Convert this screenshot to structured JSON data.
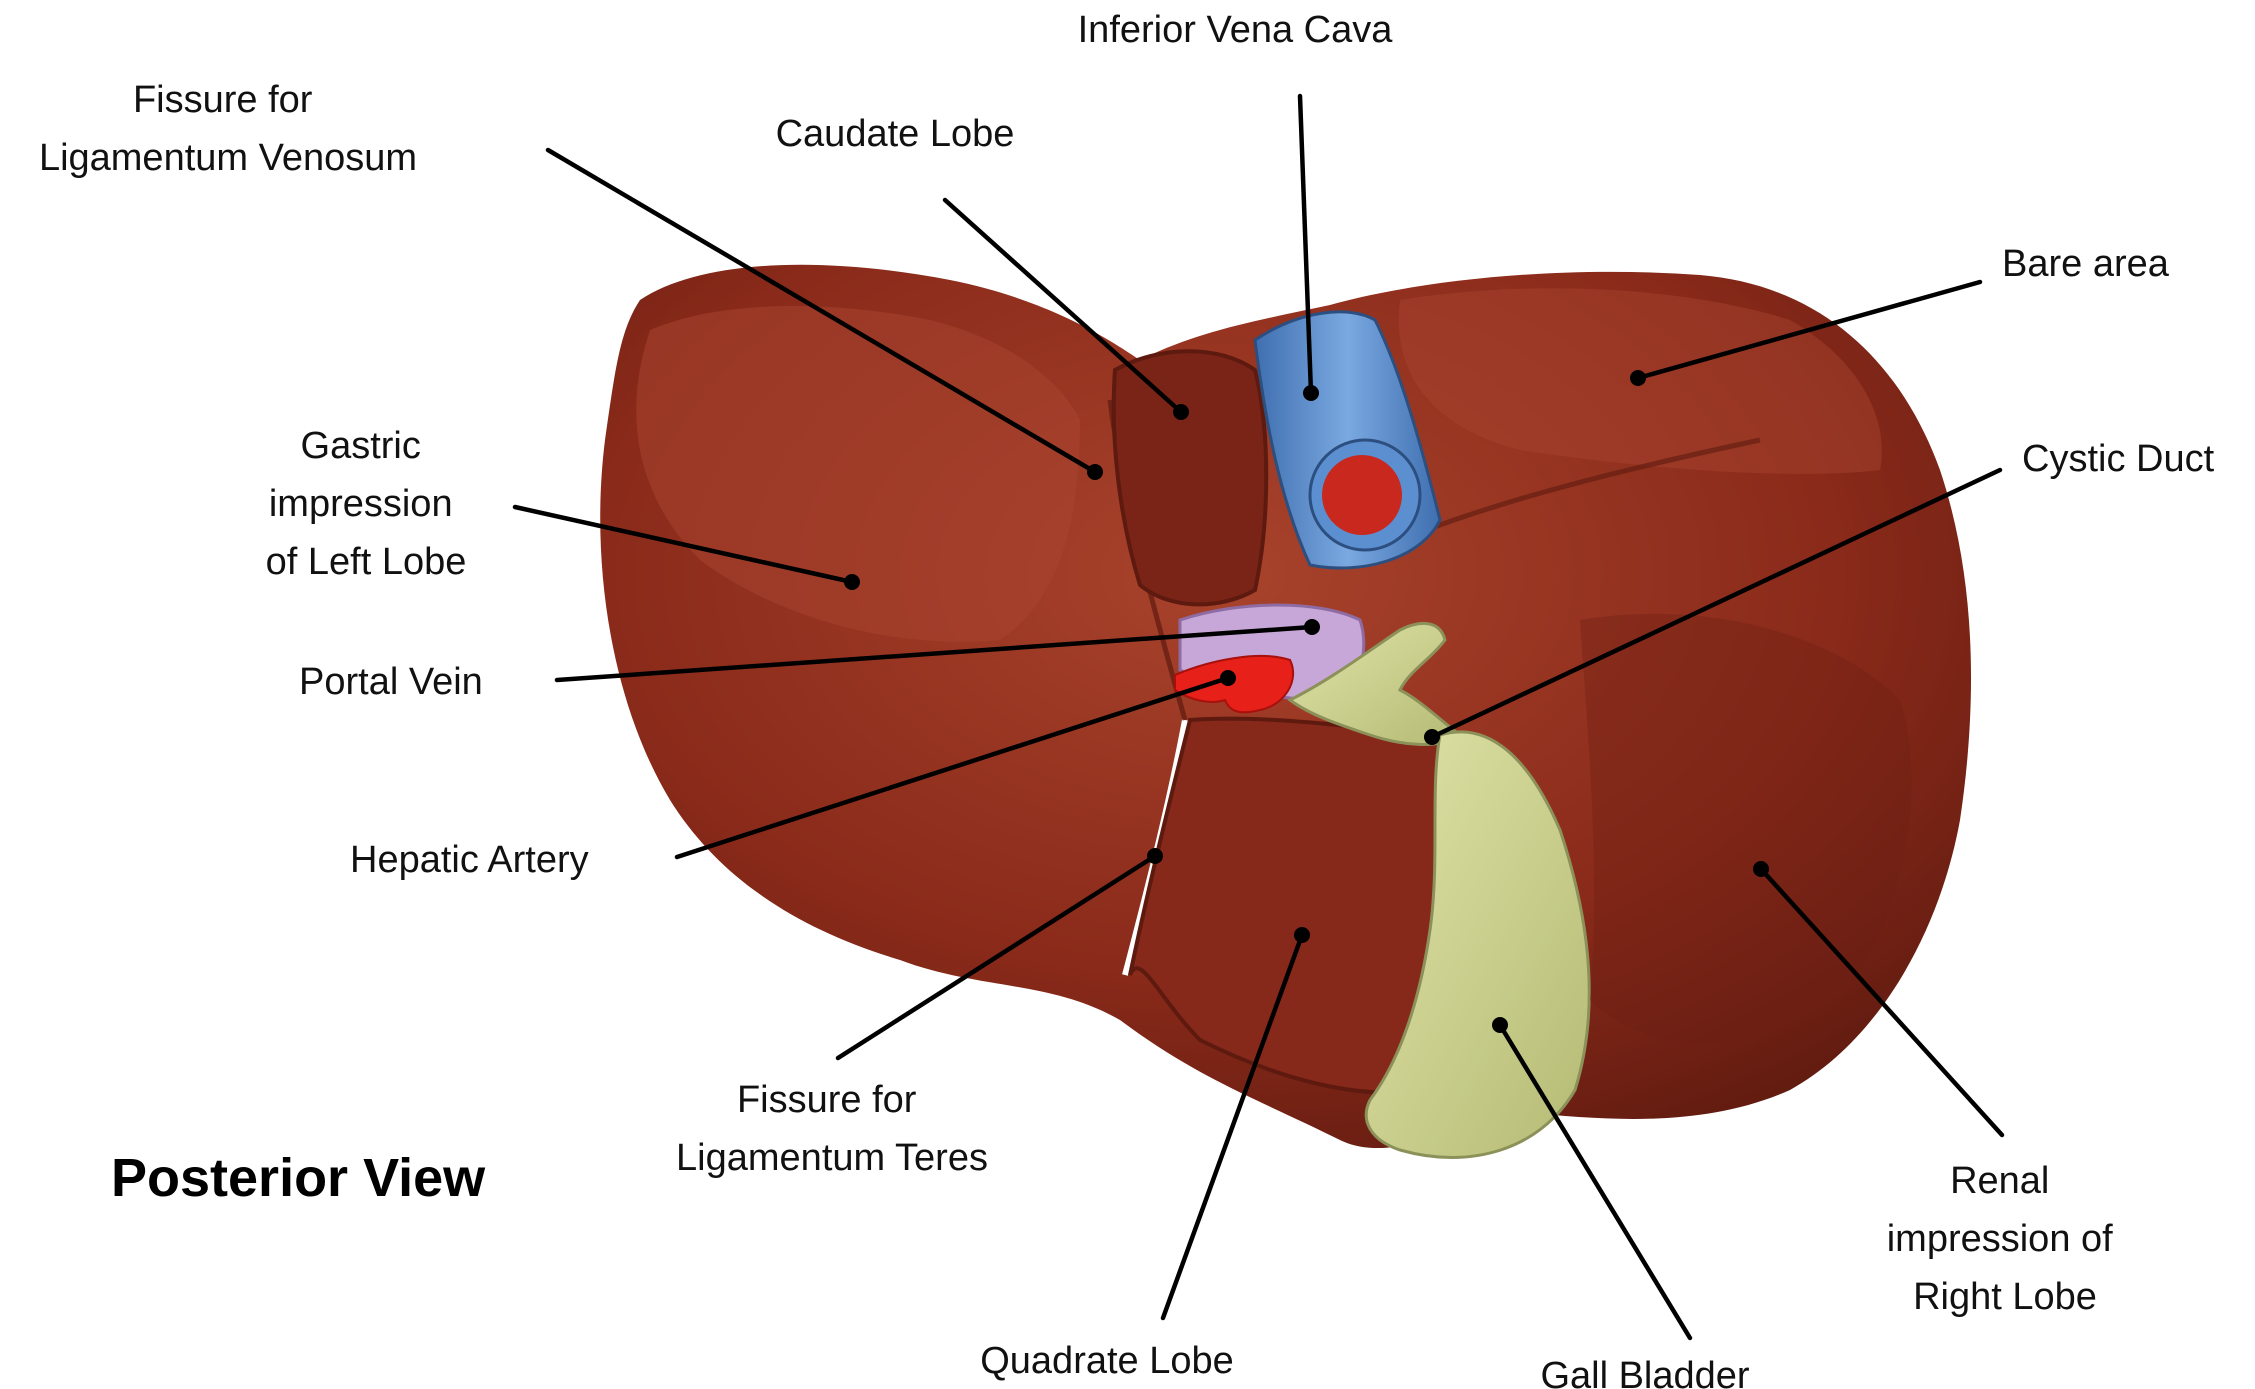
{
  "title": "Posterior View",
  "labels": {
    "inferior_vena_cava": [
      "Inferior Vena Cava"
    ],
    "fissure_ligamentum_venosum": [
      "Fissure for",
      "Ligamentum Venosum"
    ],
    "caudate_lobe": [
      "Caudate Lobe"
    ],
    "bare_area": [
      "Bare area"
    ],
    "gastric_impression": [
      "Gastric",
      "impression",
      "of Left Lobe"
    ],
    "cystic_duct": [
      "Cystic Duct"
    ],
    "portal_vein": [
      "Portal Vein"
    ],
    "hepatic_artery": [
      "Hepatic Artery"
    ],
    "fissure_ligamentum_teres": [
      "Fissure for",
      "Ligamentum Teres"
    ],
    "renal_impression": [
      "Renal",
      "impression of",
      "Right Lobe"
    ],
    "quadrate_lobe": [
      "Quadrate Lobe"
    ],
    "gall_bladder": [
      "Gall Bladder"
    ]
  },
  "colors": {
    "liver": "#8a2a1a",
    "liver_highlight": "#a8432c",
    "liver_shadow": "#5e1a0f",
    "vena_cava": "#5b8fd0",
    "vena_cava_lumen": "#c8281e",
    "portal_vein": "#c7a6d8",
    "hepatic_artery": "#e8201a",
    "gall_bladder": "#c7cd8a",
    "leader_line": "#000000"
  }
}
